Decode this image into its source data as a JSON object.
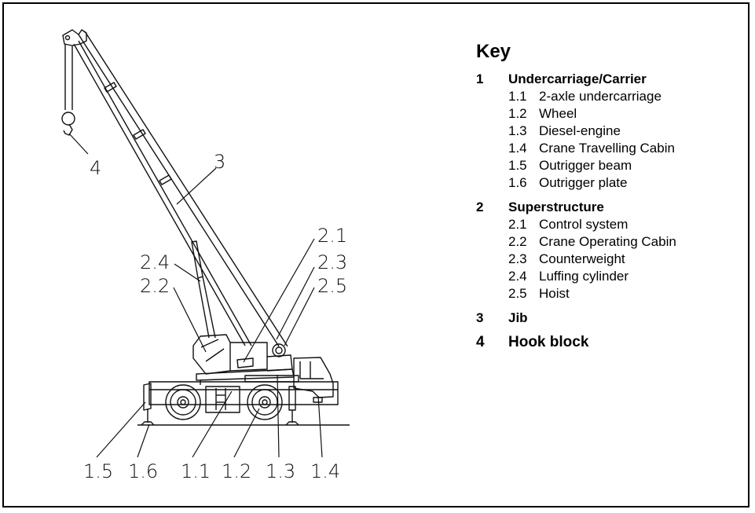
{
  "figure": {
    "callouts": [
      "4",
      "3",
      "2.1",
      "2.3",
      "2.5",
      "2.4",
      "2.2",
      "1.5",
      "1.6",
      "1.1",
      "1.2",
      "1.3",
      "1.4"
    ],
    "colors": {
      "line": "#111111",
      "border": "#000000",
      "background": "#ffffff"
    }
  },
  "key": {
    "title": "Key",
    "groups": [
      {
        "num": "1",
        "label": "Undercarriage/Carrier",
        "items": [
          {
            "num": "1.1",
            "label": "2-axle undercarriage"
          },
          {
            "num": "1.2",
            "label": "Wheel"
          },
          {
            "num": "1.3",
            "label": "Diesel-engine"
          },
          {
            "num": "1.4",
            "label": "Crane Travelling Cabin"
          },
          {
            "num": "1.5",
            "label": "Outrigger beam"
          },
          {
            "num": "1.6",
            "label": "Outrigger plate"
          }
        ]
      },
      {
        "num": "2",
        "label": "Superstructure",
        "items": [
          {
            "num": "2.1",
            "label": "Control system"
          },
          {
            "num": "2.2",
            "label": "Crane Operating Cabin"
          },
          {
            "num": "2.3",
            "label": "Counterweight"
          },
          {
            "num": "2.4",
            "label": "Luffing cylinder"
          },
          {
            "num": "2.5",
            "label": "Hoist"
          }
        ]
      },
      {
        "num": "3",
        "label": "Jib",
        "items": []
      },
      {
        "num": "4",
        "label": "Hook block",
        "items": []
      }
    ]
  }
}
